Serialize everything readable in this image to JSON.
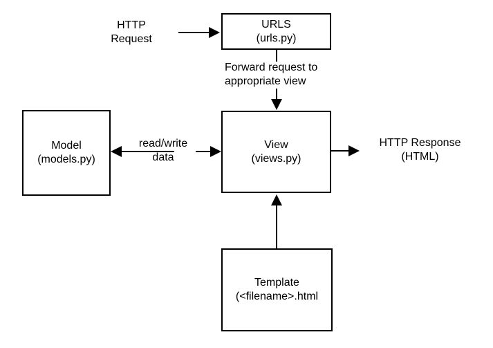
{
  "diagram": {
    "nodes": {
      "urls": {
        "line1": "URLS",
        "line2": "(urls.py)"
      },
      "model": {
        "line1": "Model",
        "line2": "(models.py)"
      },
      "view": {
        "line1": "View",
        "line2": "(views.py)"
      },
      "template": {
        "line1": "Template",
        "line2": "(<filename>.html"
      }
    },
    "labels": {
      "http_request": {
        "line1": "HTTP",
        "line2": "Request"
      },
      "forward": {
        "line1": "Forward request to",
        "line2": "appropriate view"
      },
      "read_write": {
        "line1": "read/write",
        "line2": "data"
      },
      "http_response": {
        "line1": "HTTP Response",
        "line2": "(HTML)"
      }
    },
    "edges": [
      {
        "from": "http-request-label",
        "to": "urls-box",
        "style": "arrow"
      },
      {
        "from": "urls-box",
        "to": "view-box",
        "style": "arrow",
        "label": "Forward request to appropriate view"
      },
      {
        "from": "model-box",
        "to": "view-box",
        "style": "double-arrow",
        "label": "read/write data"
      },
      {
        "from": "view-box",
        "to": "http-response-label",
        "style": "arrow"
      },
      {
        "from": "template-box",
        "to": "view-box",
        "style": "arrow"
      }
    ],
    "colors": {
      "stroke": "#000000",
      "fill": "#ffffff",
      "text": "#000000",
      "background": "#ffffff"
    }
  }
}
